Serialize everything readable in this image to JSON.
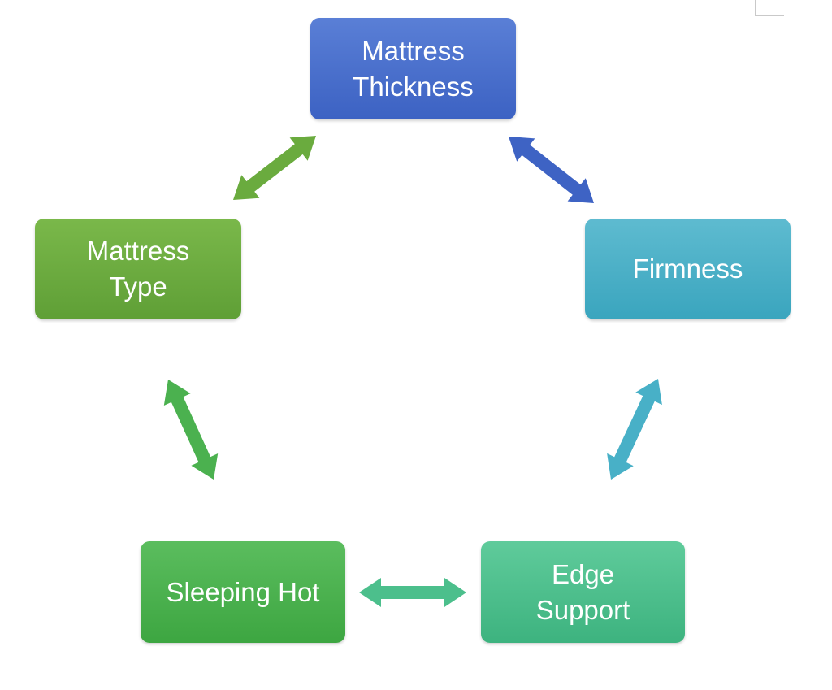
{
  "nodes": {
    "thickness": {
      "lines": [
        "Mattress",
        "Thickness"
      ],
      "color": "#4a6fcf"
    },
    "type": {
      "lines": [
        "Mattress",
        "Type"
      ],
      "color": "#6aab3e"
    },
    "firmness": {
      "lines": [
        "Firmness"
      ],
      "color": "#48b0c7"
    },
    "hot": {
      "lines": [
        "Sleeping Hot"
      ],
      "color": "#4bb14f"
    },
    "edge": {
      "lines": [
        "Edge",
        "Support"
      ],
      "color": "#4cbf8c"
    }
  },
  "connections": [
    {
      "from": "type",
      "to": "thickness",
      "style": "double-arrow",
      "color": "#6aab3e"
    },
    {
      "from": "thickness",
      "to": "firmness",
      "style": "double-arrow",
      "color": "#3e63c4"
    },
    {
      "from": "type",
      "to": "hot",
      "style": "double-arrow",
      "color": "#4bb14f"
    },
    {
      "from": "firmness",
      "to": "edge",
      "style": "double-arrow",
      "color": "#48b0c7"
    },
    {
      "from": "hot",
      "to": "edge",
      "style": "double-arrow",
      "color": "#4cbf8c"
    }
  ]
}
